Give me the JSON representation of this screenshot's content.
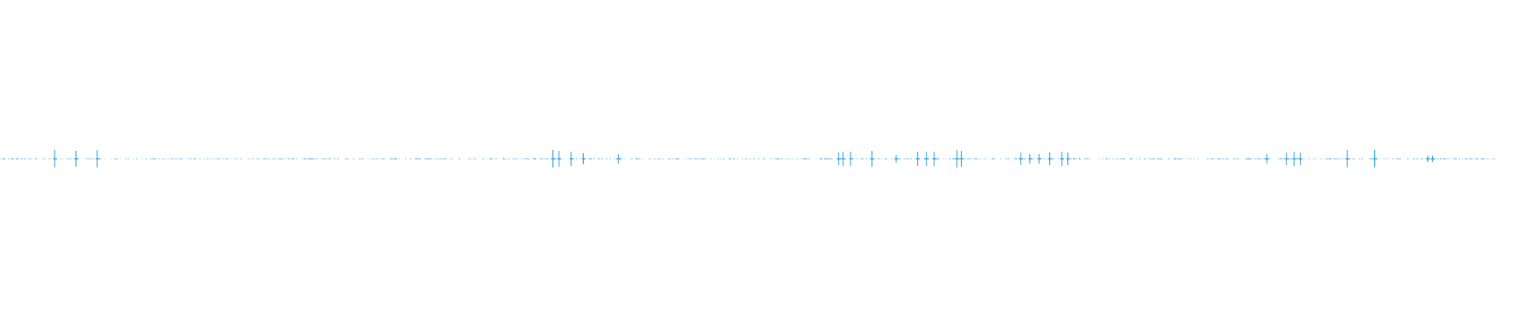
{
  "theme": {
    "background": "#ffffff",
    "waveform_color": "#3aa0dc"
  },
  "waveform": {
    "baseline_level": 0.0,
    "noise_amplitude": 0.004,
    "duration_fraction": 0.985,
    "spikes": [
      {
        "t": 0.036,
        "a": 0.055
      },
      {
        "t": 0.05,
        "a": 0.05
      },
      {
        "t": 0.064,
        "a": 0.055
      },
      {
        "t": 0.364,
        "a": 0.055
      },
      {
        "t": 0.368,
        "a": 0.05
      },
      {
        "t": 0.376,
        "a": 0.045
      },
      {
        "t": 0.384,
        "a": 0.035
      },
      {
        "t": 0.407,
        "a": 0.03
      },
      {
        "t": 0.552,
        "a": 0.04
      },
      {
        "t": 0.555,
        "a": 0.045
      },
      {
        "t": 0.56,
        "a": 0.045
      },
      {
        "t": 0.574,
        "a": 0.05
      },
      {
        "t": 0.59,
        "a": 0.025
      },
      {
        "t": 0.604,
        "a": 0.045
      },
      {
        "t": 0.61,
        "a": 0.045
      },
      {
        "t": 0.615,
        "a": 0.045
      },
      {
        "t": 0.63,
        "a": 0.055
      },
      {
        "t": 0.633,
        "a": 0.05
      },
      {
        "t": 0.672,
        "a": 0.04
      },
      {
        "t": 0.678,
        "a": 0.03
      },
      {
        "t": 0.684,
        "a": 0.03
      },
      {
        "t": 0.691,
        "a": 0.04
      },
      {
        "t": 0.699,
        "a": 0.045
      },
      {
        "t": 0.703,
        "a": 0.04
      },
      {
        "t": 0.834,
        "a": 0.03
      },
      {
        "t": 0.847,
        "a": 0.04
      },
      {
        "t": 0.852,
        "a": 0.045
      },
      {
        "t": 0.856,
        "a": 0.04
      },
      {
        "t": 0.887,
        "a": 0.055
      },
      {
        "t": 0.905,
        "a": 0.055
      },
      {
        "t": 0.94,
        "a": 0.02
      },
      {
        "t": 0.943,
        "a": 0.02
      }
    ]
  }
}
